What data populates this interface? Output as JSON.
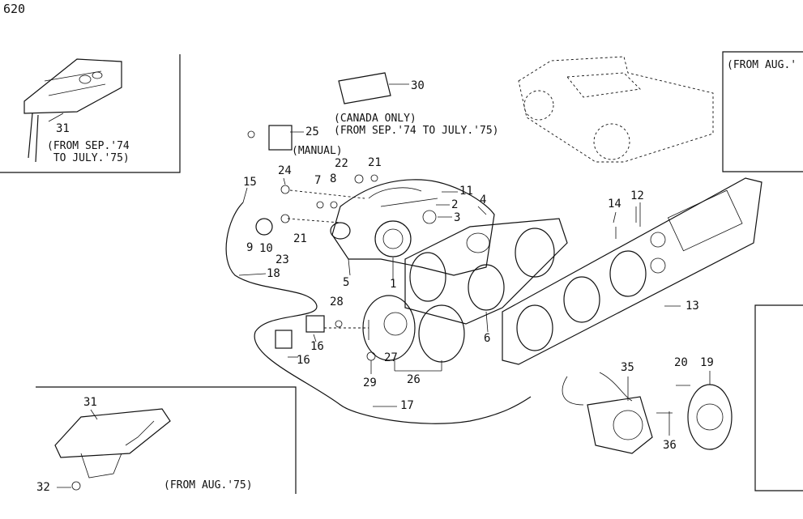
{
  "page_number": "620",
  "notes": {
    "from_sep74_to_july75": "(FROM SEP.'74\n TO JULY.'75)",
    "canada_only": "(CANADA ONLY)\n(FROM SEP.'74 TO JULY.'75)",
    "manual": "(MANUAL)",
    "from_aug75": "(FROM AUG.'75)",
    "from_aug_cut": "(FROM AUG.'"
  },
  "callouts": {
    "c1": "1",
    "c2": "2",
    "c3": "3",
    "c4": "4",
    "c5": "5",
    "c6": "6",
    "c7": "7",
    "c8": "8",
    "c9": "9",
    "c10": "10",
    "c11": "11",
    "c12": "12",
    "c13": "13",
    "c14": "14",
    "c15": "15",
    "c16a": "16",
    "c16b": "16",
    "c17": "17",
    "c18": "18",
    "c19": "19",
    "c20": "20",
    "c21a": "21",
    "c21b": "21",
    "c22": "22",
    "c23": "23",
    "c24": "24",
    "c25": "25",
    "c26": "26",
    "c27": "27",
    "c28": "28",
    "c29": "29",
    "c30": "30",
    "c31a": "31",
    "c31b": "31",
    "c32": "32",
    "c35": "35",
    "c36": "36"
  }
}
